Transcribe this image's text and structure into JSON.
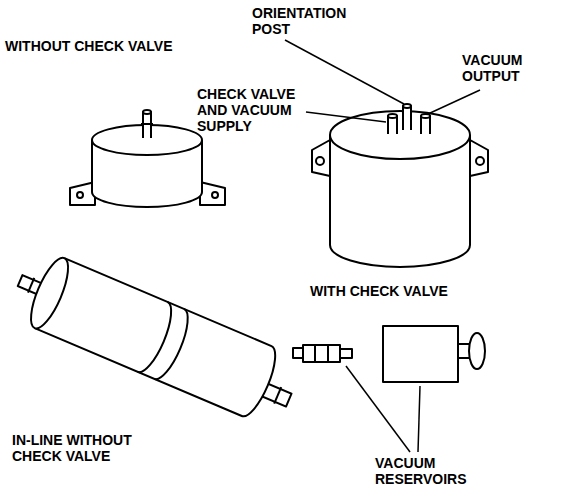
{
  "diagram": {
    "labels": [
      "WITHOUT CHECK VALVE",
      "ORIENTATION POST",
      "VACUUM OUTPUT",
      "CHECK VALVE AND VACUUM SUPPLY",
      "WITH CHECK VALVE",
      "IN-LINE WITHOUT CHECK VALVE",
      "VACUUM RESERVOIRS"
    ]
  }
}
